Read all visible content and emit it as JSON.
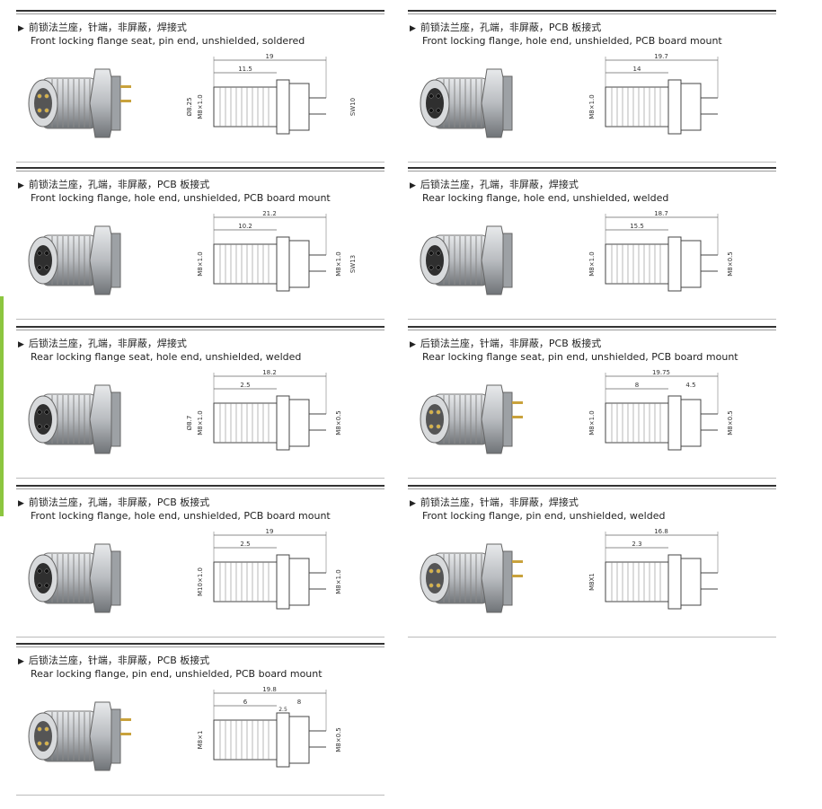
{
  "products": [
    {
      "zh": "前锁法兰座，针端，非屏蔽，焊接式",
      "en": "Front locking flange seat, pin end, unshielded, soldered",
      "dims": {
        "overall": "19",
        "part": "11.5",
        "thread": "M8×1.0",
        "diam": "Ø8.25",
        "hex": "SW10"
      },
      "ends": "pin"
    },
    {
      "zh": "前锁法兰座，孔端，非屏蔽，PCB 板接式",
      "en": "Front locking flange, hole end, unshielded, PCB board mount",
      "dims": {
        "overall": "19.7",
        "part": "14",
        "thread": "M8×1.0"
      },
      "ends": "hole"
    },
    {
      "zh": "前锁法兰座，孔端，非屏蔽，PCB 板接式",
      "en": "Front locking flange, hole end, unshielded, PCB board mount",
      "dims": {
        "overall": "21.2",
        "part": "10.2",
        "thread": "M8×1.0",
        "thread2": "M8×1.0",
        "hex": "SW13"
      },
      "ends": "hole"
    },
    {
      "zh": "后锁法兰座，孔端，非屏蔽，焊接式",
      "en": "Rear locking flange, hole end, unshielded, welded",
      "dims": {
        "overall": "18.7",
        "part": "15.5",
        "thread": "M8×1.0",
        "thread2": "M8×0.5"
      },
      "ends": "hole"
    },
    {
      "zh": "后锁法兰座，孔端，非屏蔽，焊接式",
      "en": "Rear locking flange seat, hole end, unshielded, welded",
      "dims": {
        "overall": "18.2",
        "part": "2.5",
        "thread": "M8×1.0",
        "diam": "Ø8.7",
        "thread2": "M8×0.5"
      },
      "ends": "hole"
    },
    {
      "zh": "后锁法兰座，针端，非屏蔽，PCB 板接式",
      "en": "Rear locking flange seat, pin end, unshielded, PCB board mount",
      "dims": {
        "overall": "19.75",
        "part": "8",
        "part2": "4.5",
        "thread": "M8×1.0",
        "thread2": "M8×0.5"
      },
      "ends": "pin"
    },
    {
      "zh": "前锁法兰座，孔端，非屏蔽，PCB 板接式",
      "en": "Front locking flange, hole end, unshielded, PCB board mount",
      "dims": {
        "overall": "19",
        "part": "2.5",
        "thread": "M10×1.0",
        "thread2": "M8×1.0"
      },
      "ends": "hole"
    },
    {
      "zh": "前锁法兰座，针端，非屏蔽，焊接式",
      "en": "Front locking flange, pin end, unshielded, welded",
      "dims": {
        "overall": "16.8",
        "part": "2.3",
        "thread": "M8X1"
      },
      "ends": "pin"
    },
    {
      "zh": "后锁法兰座，针端，非屏蔽，PCB 板接式",
      "en": "Rear locking flange, pin end, unshielded, PCB board mount",
      "dims": {
        "overall": "19.8",
        "part": "6",
        "part2": "8",
        "part3": "2.5",
        "thread": "M8×1",
        "thread2": "M8×0.5"
      },
      "ends": "pin"
    }
  ],
  "colors": {
    "accent": "#8cc63f",
    "metal": "#b9bcc0",
    "dark": "#3a3a3a"
  }
}
